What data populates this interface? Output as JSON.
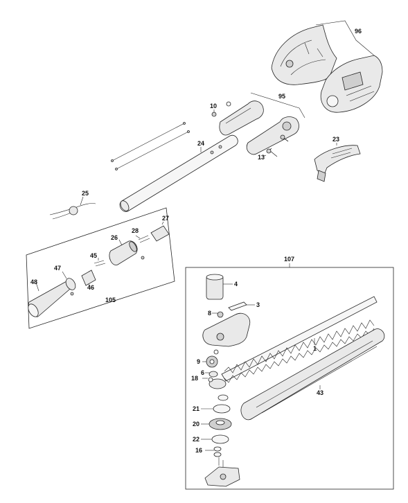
{
  "parts": {
    "p1": "1",
    "p3": "3",
    "p4": "4",
    "p6": "6",
    "p8": "8",
    "p9": "9",
    "p10": "10",
    "p13": "13",
    "p16": "16",
    "p18": "18",
    "p20": "20",
    "p21": "21",
    "p22": "22",
    "p23": "23",
    "p24": "24",
    "p25": "25",
    "p26": "26",
    "p27": "27",
    "p28": "28",
    "p43": "43",
    "p45": "45",
    "p46": "46",
    "p47": "47",
    "p48": "48"
  },
  "groups": {
    "g95": "95",
    "g96": "96",
    "g105": "105",
    "g107": "107"
  }
}
